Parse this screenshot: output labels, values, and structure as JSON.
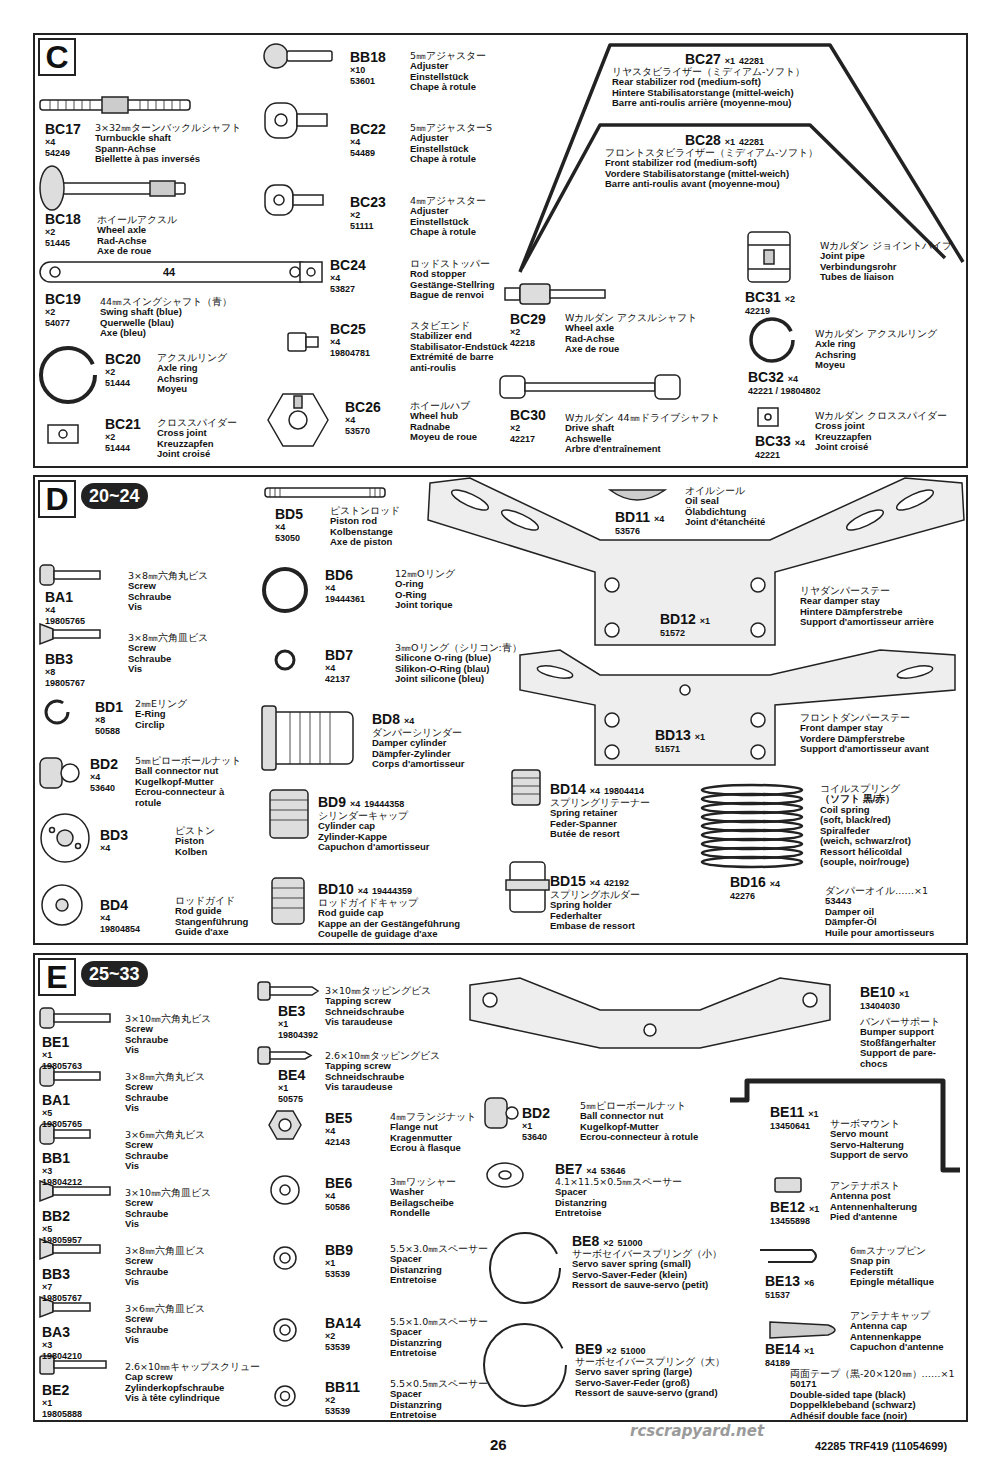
{
  "diagram": {
    "nodes": [
      {
        "text": [
          "C"
        ]
      },
      {
        "text": [
          "D",
          "20~24"
        ]
      },
      {
        "text": [
          "E",
          "25~33"
        ]
      }
    ],
    "labels": [
      "BC17",
      "×4",
      "54249",
      "3×32㎜ターンバックルシャフト",
      "Turnbuckle shaft",
      "Spann-Achse",
      "Biellette à pas inversés",
      "BC18",
      "×2",
      "51445",
      "ホイールアクスル",
      "Wheel axle",
      "Rad-Achse",
      "Axe de roue",
      "44",
      "BC19",
      "×2",
      "54077",
      "44㎜スイングシャフト（青）",
      "Swing shaft (blue)",
      "Querwelle (blau)",
      "Axe (bleu)",
      "BC20",
      "×2",
      "51444",
      "アクスルリング",
      "Axle ring",
      "Achsring",
      "Moyeu",
      "BC21",
      "×2",
      "51444",
      "クロススパイダー",
      "Cross joint",
      "Kreuzzapfen",
      "Joint croisé",
      "BB18",
      "×10",
      "53601",
      "5㎜アジャスター",
      "Adjuster",
      "Einstellstück",
      "Chape à rotule",
      "BC22",
      "×4",
      "54489",
      "5㎜アジャスターS",
      "Adjuster",
      "Einstellstück",
      "Chape à rotule",
      "BC23",
      "×2",
      "51111",
      "4㎜アジャスター",
      "Adjuster",
      "Einstellstück",
      "Chape à rotule",
      "BC24",
      "×4",
      "53827",
      "ロッドストッパー",
      "Rod stopper",
      "Gestänge-Stellring",
      "Bague de renvoi",
      "BC25",
      "×4",
      "19804781",
      "スタビエンド",
      "Stabilizer end",
      "Stabilisator-Endstück",
      "Extrémité de barre anti-roulis",
      "BC26",
      "×4",
      "53570",
      "ホイールハブ",
      "Wheel hub",
      "Radnabe",
      "Moyeu de roue",
      "BC27",
      "×1",
      "42281",
      "リヤスタビライザー（ミディアム-ソフト）",
      "Rear stabilizer rod (medium-soft)",
      "Hintere Stabilisatorstange (mittel-weich)",
      "Barre anti-roulis arrière (moyenne-mou)",
      "BC28",
      "×1",
      "42281",
      "フロントスタビライザー（ミディアム-ソフト）",
      "Front stabilizer rod (medium-soft)",
      "Vordere Stabilisatorstange (mittel-weich)",
      "Barre anti-roulis avant (moyenne-mou)",
      "BC29",
      "×2",
      "42218",
      "Wカルダン アクスルシャフト",
      "Wheel axle",
      "Rad-Achse",
      "Axe de roue",
      "BC30",
      "×2",
      "42217",
      "Wカルダン 44㎜ドライブシャフト",
      "Drive shaft",
      "Achswelle",
      "Arbre d'entraînement",
      "BC31",
      "×2",
      "42219",
      "Wカルダン ジョイントパイプ",
      "Joint pipe",
      "Verbindungsrohr",
      "Tubes de liaison",
      "BC32",
      "×4",
      "42221 / 19804802",
      "Wカルダン アクスルリング",
      "Axle ring",
      "Achsring",
      "Moyeu",
      "BC33",
      "×4",
      "42221",
      "Wカルダン クロススパイダー",
      "Cross joint",
      "Kreuzzapfen",
      "Joint croisé",
      "BD5",
      "×4",
      "53050",
      "ピストンロッド",
      "Piston rod",
      "Kolbenstange",
      "Axe de piston",
      "BA1",
      "×4",
      "19805765",
      "3×8㎜六角丸ビス",
      "Screw",
      "Schraube",
      "Vis",
      "BB3",
      "×8",
      "19805767",
      "3×8㎜六角皿ビス",
      "Screw",
      "Schraube",
      "Vis",
      "BD1",
      "×8",
      "50588",
      "2㎜Eリング",
      "E-Ring",
      "Circlip",
      "BD2",
      "×4",
      "53640",
      "5㎜ピローボールナット",
      "Ball connector nut",
      "Kugelkopf-Mutter",
      "Ecrou-connecteur à rotule",
      "BD3",
      "×4",
      "ピストン",
      "Piston",
      "Kolben",
      "BD4",
      "×4",
      "19804854",
      "ロッドガイド",
      "Rod guide",
      "Stangenführung",
      "Guide d'axe",
      "BD6",
      "×4",
      "19444361",
      "12㎜Oリング",
      "O-ring",
      "O-Ring",
      "Joint torique",
      "BD7",
      "×4",
      "42137",
      "3㎜Oリング（シリコン:青）",
      "Silicone O-ring (blue)",
      "Silikon-O-Ring (blau)",
      "Joint silicone (bleu)",
      "BD8",
      "×4",
      "ダンパーシリンダー",
      "Damper cylinder",
      "Dämpfer-Zylinder",
      "Corps d'amortisseur",
      "BD9",
      "×4",
      "19444358",
      "シリンダーキャップ",
      "Cylinder cap",
      "Zylinder-Kappe",
      "Capuchon d'amortisseur",
      "BD10",
      "×4",
      "19444359",
      "ロッドガイドキャップ",
      "Rod guide cap",
      "Kappe an der Gestängeführung",
      "Coupelle de guidage d'axe",
      "BD11",
      "×4",
      "53576",
      "オイルシール",
      "Oil seal",
      "Ölabdichtung",
      "Joint d'étanchéité",
      "BD12",
      "×1",
      "51572",
      "リヤダンパーステー",
      "Rear damper stay",
      "Hintere Dämpferstrebe",
      "Support d'amortisseur arrière",
      "BD13",
      "×1",
      "51571",
      "フロントダンパーステー",
      "Front damper stay",
      "Vordere Dämpferstrebe",
      "Support d'amortisseur avant",
      "BD14",
      "×4",
      "19804414",
      "スプリングリテーナー",
      "Spring retainer",
      "Feder-Spanner",
      "Butée de resort",
      "BD15",
      "×4",
      "42192",
      "スプリングホルダー",
      "Spring holder",
      "Federhalter",
      "Embase de ressort",
      "BD16",
      "×4",
      "42276",
      "コイルスプリング",
      "（ソフト 黒/赤）",
      "Coil spring",
      "(soft, black/red)",
      "Spiralfeder",
      "(weich, schwarz/rot)",
      "Ressort hélicoïdal",
      "(souple, noir/rouge)",
      "ダンパーオイル……×1",
      "53443",
      "Damper oil",
      "Dämpfer-Öl",
      "Huile pour amortisseurs",
      "BE1",
      "×1",
      "19805763",
      "3×10㎜六角丸ビス",
      "Screw",
      "Schraube",
      "Vis",
      "BA1",
      "×5",
      "19805765",
      "3×8㎜六角丸ビス",
      "Screw",
      "Schraube",
      "Vis",
      "BB1",
      "×3",
      "19804212",
      "3×6㎜六角丸ビス",
      "Screw",
      "Schraube",
      "Vis",
      "BB2",
      "×5",
      "19805957",
      "3×10㎜六角皿ビス",
      "Screw",
      "Schraube",
      "Vis",
      "BB3",
      "×7",
      "19805767",
      "3×8㎜六角皿ビス",
      "Screw",
      "Schraube",
      "Vis",
      "BA3",
      "×3",
      "19804210",
      "3×6㎜六角皿ビス",
      "Screw",
      "Schraube",
      "Vis",
      "BE2",
      "×1",
      "19805888",
      "2.6×10㎜キャップスクリュー",
      "Cap screw",
      "Zylinderkopfschraube",
      "Vis à tête cylindrique",
      "BE3",
      "×1",
      "19804392",
      "3×10㎜タッピングビス",
      "Tapping screw",
      "Schneidschraube",
      "Vis taraudeuse",
      "BE4",
      "×1",
      "50575",
      "2.6×10㎜タッピングビス",
      "Tapping screw",
      "Schneidschraube",
      "Vis taraudeuse",
      "BE5",
      "×4",
      "42143",
      "4㎜フランジナット",
      "Flange nut",
      "Kragenmutter",
      "Ecrou à flasque",
      "BE6",
      "×4",
      "50586",
      "3㎜ワッシャー",
      "Washer",
      "Beilagscheibe",
      "Rondelle",
      "BB9",
      "×1",
      "53539",
      "5.5×3.0㎜スペーサー",
      "Spacer",
      "Distanzring",
      "Entretoise",
      "BA14",
      "×2",
      "53539",
      "5.5×1.0㎜スペーサー",
      "Spacer",
      "Distanzring",
      "Entretoise",
      "BB11",
      "×2",
      "53539",
      "5.5×0.5㎜スペーサー",
      "Spacer",
      "Distanzring",
      "Entretoise",
      "BD2",
      "×1",
      "53640",
      "5㎜ピローボールナット",
      "Ball connector nut",
      "Kugelkopf-Mutter",
      "Ecrou-connecteur à rotule",
      "BE7",
      "×4",
      "53646",
      "4.1×11.5×0.5㎜スペーサー",
      "Spacer",
      "Distanzring",
      "Entretoise",
      "BE8",
      "×2",
      "51000",
      "サーボセイバースプリング（小）",
      "Servo saver spring (small)",
      "Servo-Saver-Feder (klein)",
      "Ressort de sauve-servo (petit)",
      "BE9",
      "×2",
      "51000",
      "サーボセイバースプリング（大）",
      "Servo saver spring (large)",
      "Servo-Saver-Feder (groß)",
      "Ressort de sauve-servo (grand)",
      "BE10",
      "×1",
      "13404030",
      "バンパーサポート",
      "Bumper support",
      "Stoßfängerhalter",
      "Support de pare-chocs",
      "BE11",
      "×1",
      "13450641",
      "サーボマウント",
      "Servo mount",
      "Servo-Halterung",
      "Support de servo",
      "BE12",
      "×1",
      "13455898",
      "アンテナポスト",
      "Antenna post",
      "Antennenhalterung",
      "Pied d'antenne",
      "BE13",
      "×6",
      "51537",
      "6㎜スナップピン",
      "Snap pin",
      "Federstift",
      "Epingle métallique",
      "BE14",
      "×1",
      "84189",
      "アンテナキャップ",
      "Antenna cap",
      "Antennenkappe",
      "Capuchon d'antenne",
      "両面テープ（黒-20×120㎜）……×1",
      "50171",
      "Double-sided tape (black)",
      "Doppelklebeband (schwarz)",
      "Adhésif double face (noir)",
      "26",
      "42285 TRF419 (11054699)",
      "rcscrapyard.net"
    ]
  }
}
